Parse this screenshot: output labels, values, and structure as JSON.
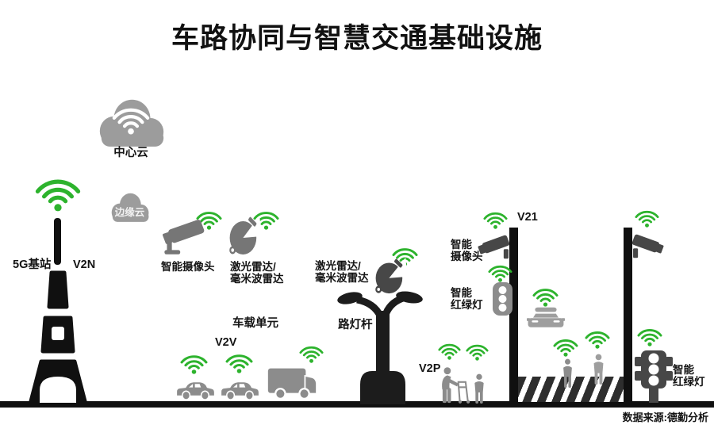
{
  "title": "车路协同与智慧交通基础设施",
  "source": "数据来源:德勤分析",
  "colors": {
    "green": "#2db32d",
    "cloud_gray": "#9c9c9c",
    "device_gray": "#767676",
    "vehicle_gray": "#8c8c8c",
    "light_gray": "#9e9e9e",
    "dark_gray": "#474747",
    "black": "#101010",
    "stripe": "#2e2e2e"
  },
  "labels": {
    "center_cloud": "中心云",
    "edge_cloud": "边缘云",
    "base_station": "5G基站",
    "v2n": "V2N",
    "smart_camera": "智能摄像头",
    "radar_line1": "激光雷达/",
    "radar_line2": "毫米波雷达",
    "onboard_unit": "车载单元",
    "v2v": "V2V",
    "lamp_pole": "路灯杆",
    "v2p": "V2P",
    "v2i": "V21",
    "smart": "智能",
    "camera_word": "摄像头",
    "traffic_light_word": "红绿灯"
  },
  "icons": {
    "wifi-signal-icon": "three-arc wireless signal with dot",
    "cloud-icon": "puffy cloud",
    "cctv-camera-icon": "surveillance camera",
    "radar-dish-icon": "radar / satellite dish",
    "5g-tower-icon": "lattice transmission tower",
    "street-lamp-icon": "double-arm street lamp pole",
    "car-side-icon": "car side view",
    "car-front-icon": "car front view",
    "truck-icon": "box truck side view",
    "pedestrian-icon": "standing person",
    "elderly-walker-icon": "elderly person with rolling walker",
    "traffic-light-icon": "three-lamp traffic signal",
    "crosswalk-icon": "zebra crossing stripes"
  }
}
